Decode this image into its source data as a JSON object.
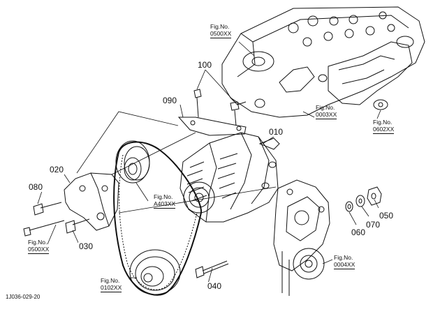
{
  "drawing_id": "1J036-029-20",
  "part_numbers": [
    {
      "key": "p010",
      "label": "010"
    },
    {
      "key": "p020",
      "label": "020"
    },
    {
      "key": "p030",
      "label": "030"
    },
    {
      "key": "p040",
      "label": "040"
    },
    {
      "key": "p050",
      "label": "050"
    },
    {
      "key": "p060",
      "label": "060"
    },
    {
      "key": "p070",
      "label": "070"
    },
    {
      "key": "p080",
      "label": "080"
    },
    {
      "key": "p090",
      "label": "090"
    },
    {
      "key": "p100",
      "label": "100"
    }
  ],
  "figure_refs": [
    {
      "key": "fig0500top",
      "prefix": "Fig.No.",
      "code": "0500XX"
    },
    {
      "key": "fig0003",
      "prefix": "Fig.No.",
      "code": "0003XX"
    },
    {
      "key": "fig0602",
      "prefix": "Fig.No.",
      "code": "0602XX"
    },
    {
      "key": "figA403",
      "prefix": "Fig.No.",
      "code": "A403XX"
    },
    {
      "key": "fig0500left",
      "prefix": "Fig.No.",
      "code": "0500XX"
    },
    {
      "key": "fig0004",
      "prefix": "Fig.No.",
      "code": "0004XX"
    },
    {
      "key": "fig0102",
      "prefix": "Fig.No.",
      "code": "0102XX"
    }
  ],
  "colors": {
    "ink": "#111111",
    "paper": "#ffffff"
  }
}
